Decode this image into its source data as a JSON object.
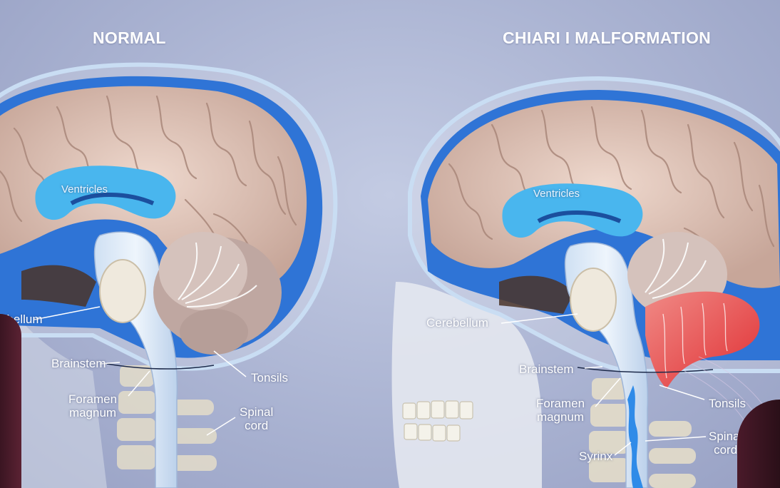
{
  "headings": {
    "normal": "NORMAL",
    "chiari": "CHIARI I MALFORMATION"
  },
  "normal_labels": {
    "cerebellum": "ebellum",
    "ventricles": "Ventricles",
    "brainstem": "Brainstem",
    "foramen_line1": "Foramen",
    "foramen_line2": "magnum",
    "tonsils": "Tonsils",
    "spinal_line1": "Spinal",
    "spinal_line2": "cord"
  },
  "chiari_labels": {
    "ventricles": "Ventricles",
    "cerebellum": "Cerebellum",
    "brainstem": "Brainstem",
    "foramen_line1": "Foramen",
    "foramen_line2": "magnum",
    "syrinx": "Syrinx",
    "tonsils": "Tonsils",
    "spinal_line1": "Spinal",
    "spinal_line2": "cord"
  },
  "colors": {
    "brain": "#d9bfb3",
    "csf_blue": "#2f74d6",
    "ventricle_blue": "#49b6ee",
    "herniation_red": "#e04747",
    "skull_outline": "#c9ddf3"
  }
}
